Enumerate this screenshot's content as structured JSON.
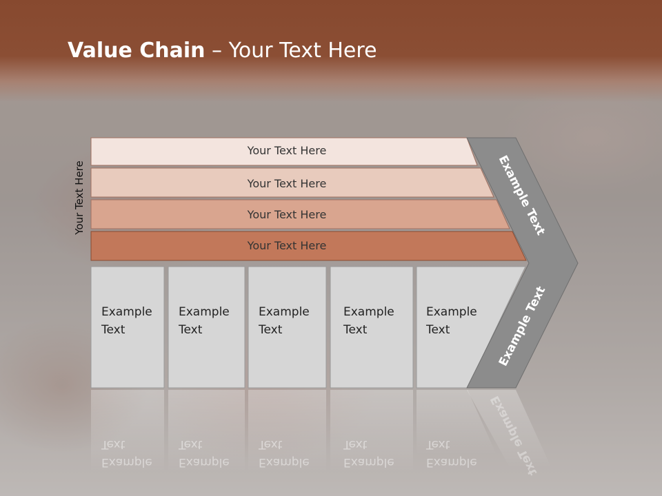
{
  "title": {
    "bold": "Value Chain",
    "rest": " – Your Text Here"
  },
  "side_label": "Your Text Here",
  "bars": [
    {
      "label": "Your Text Here",
      "color": "#f3e4de"
    },
    {
      "label": "Your Text Here",
      "color": "#e8cbbd"
    },
    {
      "label": "Your Text Here",
      "color": "#d9a58f"
    },
    {
      "label": "Your Text Here",
      "color": "#c2785a"
    }
  ],
  "boxes": [
    {
      "text": "Example\nText"
    },
    {
      "text": "Example\nText"
    },
    {
      "text": "Example\nText"
    },
    {
      "text": "Example\nText"
    },
    {
      "text": "Example\nText"
    }
  ],
  "chevron": {
    "upper": "Example Text",
    "lower": "Example Text",
    "color": "#8c8c8c"
  }
}
